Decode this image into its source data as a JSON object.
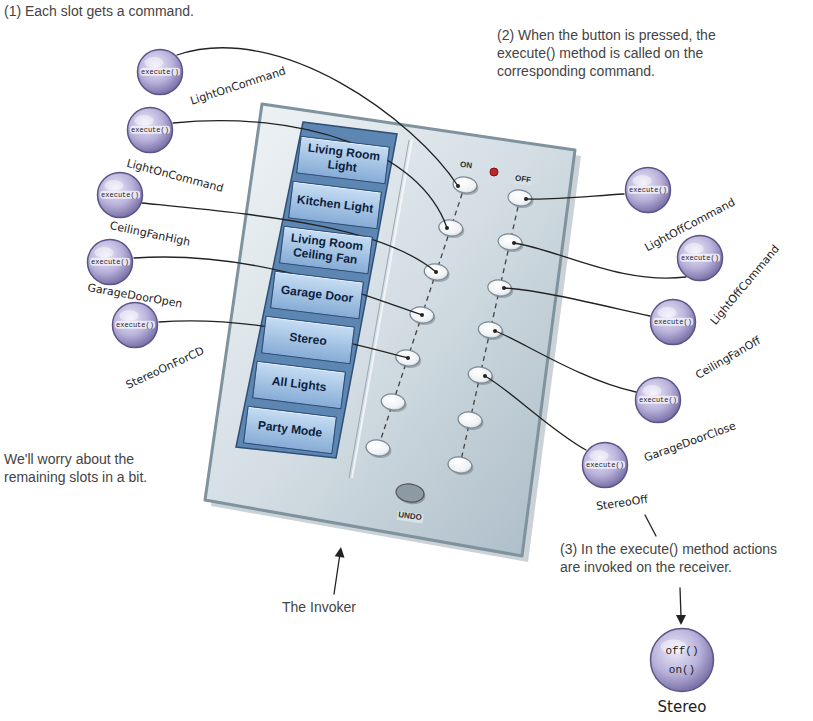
{
  "diagram": {
    "nodes": [
      {
        "text": [
          "execute()",
          "LightOnCommand"
        ]
      },
      {
        "text": [
          "execute()",
          "LightOnCommand"
        ]
      },
      {
        "text": [
          "execute()",
          "CeilingFanHigh"
        ]
      },
      {
        "text": [
          "execute()",
          "GarageDoorOpen"
        ]
      },
      {
        "text": [
          "execute()",
          "StereoOnForCD"
        ]
      },
      {
        "text": [
          "ON",
          "OFF",
          "UNDO"
        ]
      },
      {
        "text": [
          "Living Room Light"
        ],
        "in": 5
      },
      {
        "text": [
          "Kitchen Light"
        ],
        "in": 5
      },
      {
        "text": [
          "Living Room Ceiling Fan"
        ],
        "in": 5
      },
      {
        "text": [
          "Garage Door"
        ],
        "in": 5
      },
      {
        "text": [
          "Stereo"
        ],
        "in": 5
      },
      {
        "text": [
          "All Lights"
        ],
        "in": 5
      },
      {
        "text": [
          "Party Mode"
        ],
        "in": 5
      },
      {
        "text": [
          "execute()",
          "LightOffCommand"
        ]
      },
      {
        "text": [
          "execute()",
          "LightOffCommand"
        ]
      },
      {
        "text": [
          "execute()",
          "CeilingFanOff"
        ]
      },
      {
        "text": [
          "execute()",
          "GarageDoorClose"
        ]
      },
      {
        "text": [
          "execute()",
          "StereoOff"
        ]
      },
      {
        "text": [
          "off()",
          "on()",
          "Stereo"
        ]
      }
    ],
    "labels": [
      "(1) Each slot gets a command.",
      "(2) When the button is pressed, the execute() method is called on the corresponding command.",
      "We'll worry about the remaining slots in a bit.",
      "The Invoker",
      "(3) In the execute() method actions are invoked on the receiver."
    ]
  }
}
